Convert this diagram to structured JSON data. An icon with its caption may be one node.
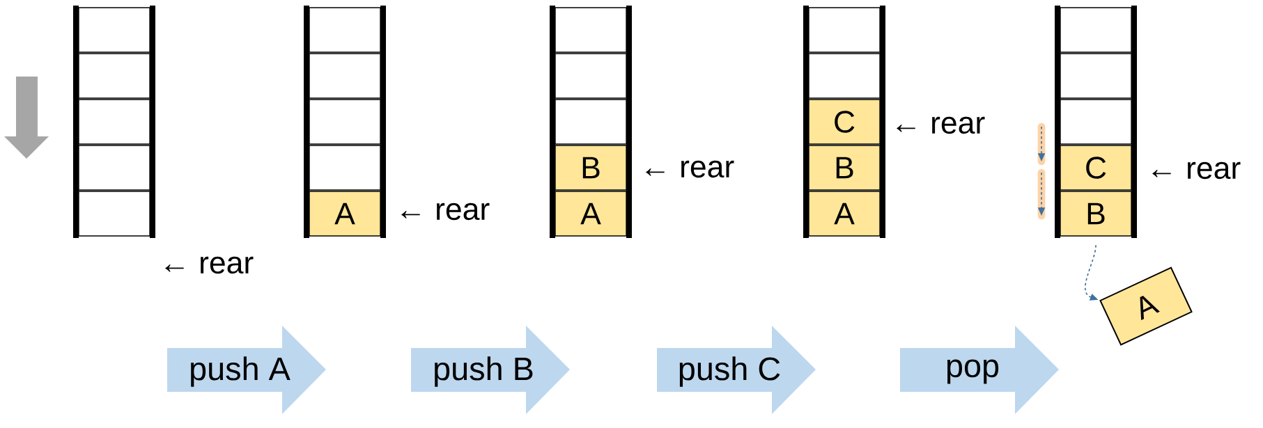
{
  "diagram": {
    "nodes": [
      {
        "text": [],
        "shape": "box"
      },
      {
        "text": [],
        "shape": "box"
      },
      {
        "text": [],
        "shape": "box"
      },
      {
        "text": [],
        "shape": "box"
      },
      {
        "text": [],
        "shape": "box"
      },
      {
        "text": [],
        "shape": "box"
      },
      {
        "text": [],
        "shape": "box"
      },
      {
        "text": [],
        "shape": "box"
      },
      {
        "text": [],
        "shape": "box"
      },
      {
        "text": [
          "A"
        ]
      },
      {
        "text": [],
        "shape": "box"
      },
      {
        "text": [],
        "shape": "box"
      },
      {
        "text": [],
        "shape": "box"
      },
      {
        "text": [
          "B"
        ]
      },
      {
        "text": [
          "A"
        ]
      },
      {
        "text": [],
        "shape": "box"
      },
      {
        "text": [],
        "shape": "box"
      },
      {
        "text": [
          "C"
        ]
      },
      {
        "text": [
          "B"
        ]
      },
      {
        "text": [
          "A"
        ]
      },
      {
        "text": [],
        "shape": "box"
      },
      {
        "text": [],
        "shape": "box"
      },
      {
        "text": [],
        "shape": "box"
      },
      {
        "text": [
          "C"
        ]
      },
      {
        "text": [
          "B"
        ]
      },
      {
        "text": [
          "A"
        ]
      },
      {
        "text": [
          "push A"
        ]
      },
      {
        "text": [
          "push B"
        ]
      },
      {
        "text": [
          "push C"
        ]
      },
      {
        "text": [
          "pop"
        ]
      }
    ],
    "edges": [
      {
        "from": 24,
        "to": 25,
        "arrow": "to",
        "style": "dashed",
        "color": "#41719c"
      }
    ],
    "labels": [
      "← rear",
      "← rear",
      "← rear",
      "← rear",
      "← rear"
    ]
  }
}
